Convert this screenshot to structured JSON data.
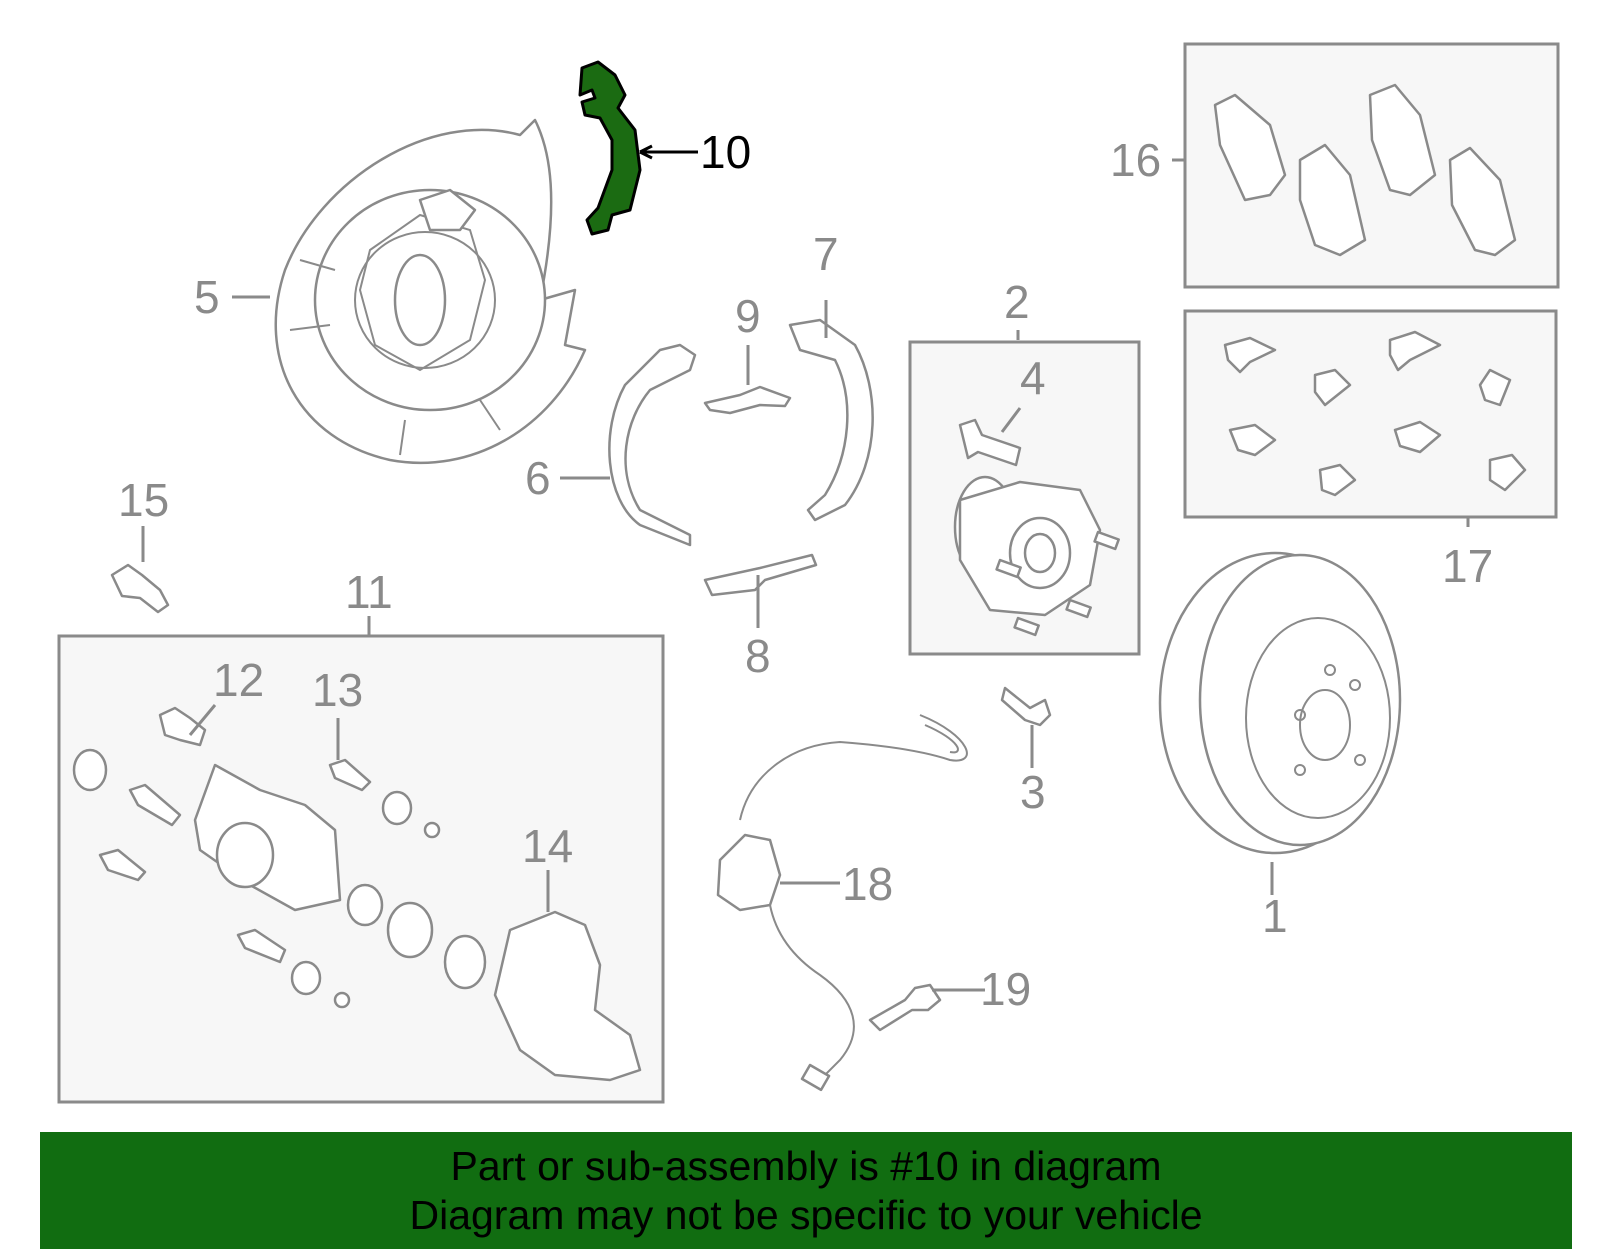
{
  "callouts": {
    "c1": "1",
    "c2": "2",
    "c3": "3",
    "c4": "4",
    "c5": "5",
    "c6": "6",
    "c7": "7",
    "c8": "8",
    "c9": "9",
    "c10": "10",
    "c11": "11",
    "c12": "12",
    "c13": "13",
    "c14": "14",
    "c15": "15",
    "c16": "16",
    "c17": "17",
    "c18": "18",
    "c19": "19"
  },
  "highlight": {
    "part": "10",
    "color": "#1b6b12"
  },
  "banner": {
    "line1": "Part or sub-assembly is #10 in diagram",
    "line2": "Diagram may not be specific to your vehicle",
    "background": "#116d11"
  }
}
